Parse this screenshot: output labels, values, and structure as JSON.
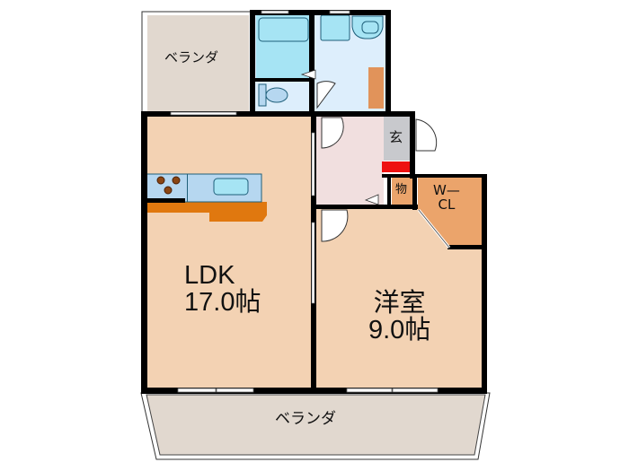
{
  "floorplan": {
    "rooms": {
      "ldk": {
        "name": "LDK",
        "size": "17.0帖"
      },
      "western": {
        "name": "洋室",
        "size": "9.0帖"
      },
      "entrance": {
        "name": "玄"
      },
      "storage": {
        "name": "物"
      },
      "wcl": {
        "line1": "W—",
        "line2": "CL"
      },
      "balcony_top": {
        "name": "ベランダ"
      },
      "balcony_bottom": {
        "name": "ベランダ"
      }
    },
    "colors": {
      "room_floor": "#f3d2b3",
      "balcony": "#e1d8cf",
      "wet_area": "#ddeefc",
      "fixture": "#a6e4f4",
      "hall": "#f1dfdf",
      "entrance": "#c8c9cd",
      "storage": "#eba46b",
      "kitchen_counter": "#e0780f",
      "wall": "#000000",
      "shoe_box": "#ee1111"
    }
  }
}
